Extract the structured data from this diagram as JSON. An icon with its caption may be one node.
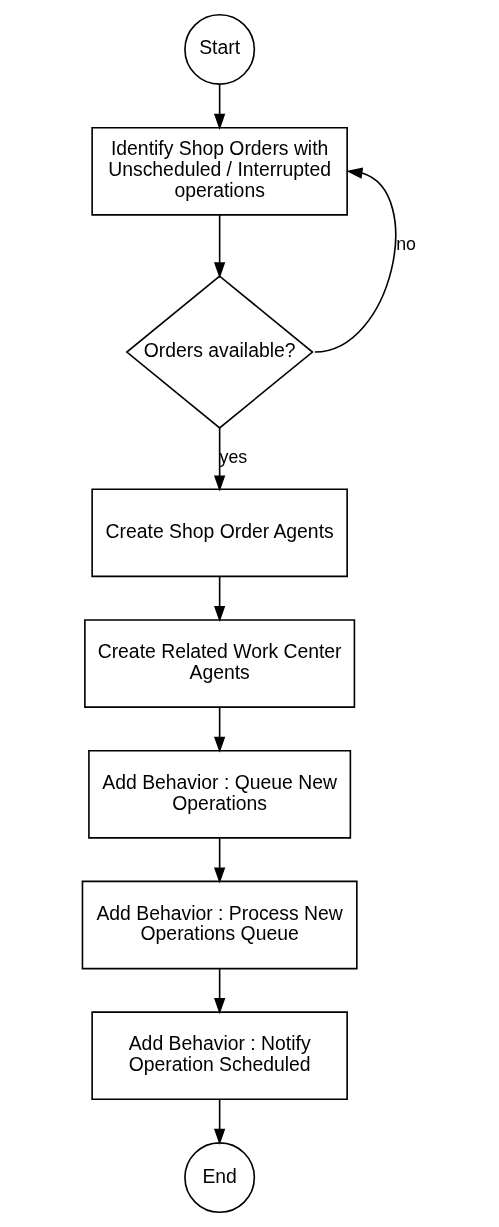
{
  "diagram": {
    "nodes": [
      {
        "text": [
          "Start"
        ]
      },
      {
        "text": [
          "Identify Shop Orders with Unscheduled / Interrupted operations"
        ]
      },
      {
        "text": [
          "Orders available?"
        ]
      },
      {
        "text": [
          "Create Shop Order Agents"
        ]
      },
      {
        "text": [
          "Create Related Work Center Agents"
        ]
      },
      {
        "text": [
          "Add Behavior : Queue New Operations"
        ]
      },
      {
        "text": [
          "Add Behavior : Process New Operations Queue"
        ]
      },
      {
        "text": [
          "Add Behavior : Notify Operation Scheduled"
        ]
      },
      {
        "text": [
          "End"
        ]
      }
    ],
    "edges": [
      {
        "from": 0,
        "to": 1,
        "arrow": "to"
      },
      {
        "from": 1,
        "to": 2,
        "arrow": "to"
      },
      {
        "from": 2,
        "to": 1,
        "arrow": "to",
        "label": "no"
      },
      {
        "from": 2,
        "to": 3,
        "arrow": "to",
        "label": "yes"
      },
      {
        "from": 3,
        "to": 4,
        "arrow": "to"
      },
      {
        "from": 4,
        "to": 5,
        "arrow": "to"
      },
      {
        "from": 5,
        "to": 6,
        "arrow": "to"
      },
      {
        "from": 6,
        "to": 7,
        "arrow": "to"
      },
      {
        "from": 7,
        "to": 8,
        "arrow": "to"
      }
    ]
  }
}
